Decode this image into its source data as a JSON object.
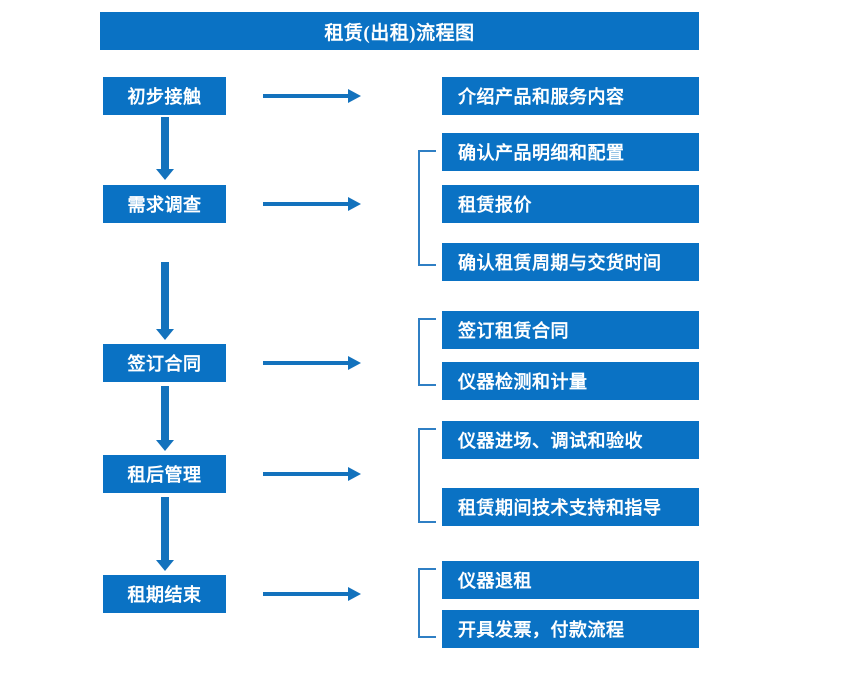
{
  "title": {
    "text": "租赁(出租)流程图"
  },
  "colors": {
    "box_fill": "#0a72c4",
    "arrow": "#1372bd",
    "bracket": "#2f7fc4",
    "text": "#ffffff",
    "background": "#ffffff"
  },
  "chart_data": {
    "type": "diagram",
    "title": "租赁(出租)流程图",
    "diagram_kind": "flowchart",
    "orientation": "vertical-stages-with-horizontal-details",
    "stages": [
      {
        "id": "stage-1",
        "label": "初步接触",
        "details": [
          "介绍产品和服务内容"
        ],
        "bracketed": false
      },
      {
        "id": "stage-2",
        "label": "需求调查",
        "details": [
          "确认产品明细和配置",
          "租赁报价",
          "确认租赁周期与交货时间"
        ],
        "bracketed": true
      },
      {
        "id": "stage-3",
        "label": "签订合同",
        "details": [
          "签订租赁合同",
          "仪器检测和计量"
        ],
        "bracketed": true
      },
      {
        "id": "stage-4",
        "label": "租后管理",
        "details": [
          "仪器进场、调试和验收",
          "租赁期间技术支持和指导"
        ],
        "bracketed": true
      },
      {
        "id": "stage-5",
        "label": "租期结束",
        "details": [
          "仪器退租",
          "开具发票，付款流程"
        ],
        "bracketed": true
      }
    ],
    "stage_flow": [
      "初步接触",
      "需求调查",
      "签订合同",
      "租后管理",
      "租期结束"
    ]
  },
  "stages": [
    {
      "label": "初步接触"
    },
    {
      "label": "需求调查"
    },
    {
      "label": "签订合同"
    },
    {
      "label": "租后管理"
    },
    {
      "label": "租期结束"
    }
  ],
  "details": [
    {
      "label": "介绍产品和服务内容"
    },
    {
      "label": "确认产品明细和配置"
    },
    {
      "label": "租赁报价"
    },
    {
      "label": "确认租赁周期与交货时间"
    },
    {
      "label": "签订租赁合同"
    },
    {
      "label": "仪器检测和计量"
    },
    {
      "label": "仪器进场、调试和验收"
    },
    {
      "label": "租赁期间技术支持和指导"
    },
    {
      "label": "仪器退租"
    },
    {
      "label": "开具发票，付款流程"
    }
  ]
}
